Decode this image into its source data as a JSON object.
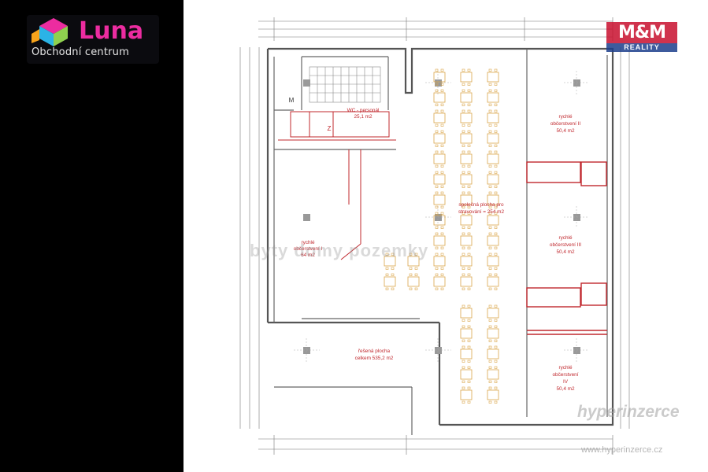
{
  "luna_logo": {
    "name": "Luna",
    "tagline": "Obchodní centrum",
    "colors": [
      "#2bb3e6",
      "#8fd14f",
      "#ec2ca0",
      "#f6a31b",
      "#7a3fb8"
    ]
  },
  "mm_logo": {
    "brand": "M&M",
    "sub": "REALITY"
  },
  "rooms": {
    "wc": {
      "title": "WC - personál",
      "area": "25,1 m2"
    },
    "m_label": "M",
    "z_label": "Z",
    "fast_food_1": {
      "line1": "rychlé",
      "line2": "občerstvení I",
      "area": "64 m2"
    },
    "fast_food_2": {
      "line1": "rychlé",
      "line2": "občerstvení II",
      "area": "50,4 m2"
    },
    "fast_food_3": {
      "line1": "rychlé",
      "line2": "občerstvení III",
      "area": "50,4 m2"
    },
    "fast_food_4": {
      "line1": "rychlé",
      "line2": "občerstvení",
      "line3": "IV",
      "area": "50,4 m2"
    },
    "dining": {
      "line1": "společná plocha pro",
      "line2": "stravování = 254 m2"
    },
    "total": {
      "line1": "řešená plocha",
      "line2": "celkem 535,2 m2"
    }
  },
  "watermarks": {
    "mid": "byty domy pozemky",
    "bottom": "hyperinzerce",
    "url": "www.hyperinzerce.cz"
  }
}
